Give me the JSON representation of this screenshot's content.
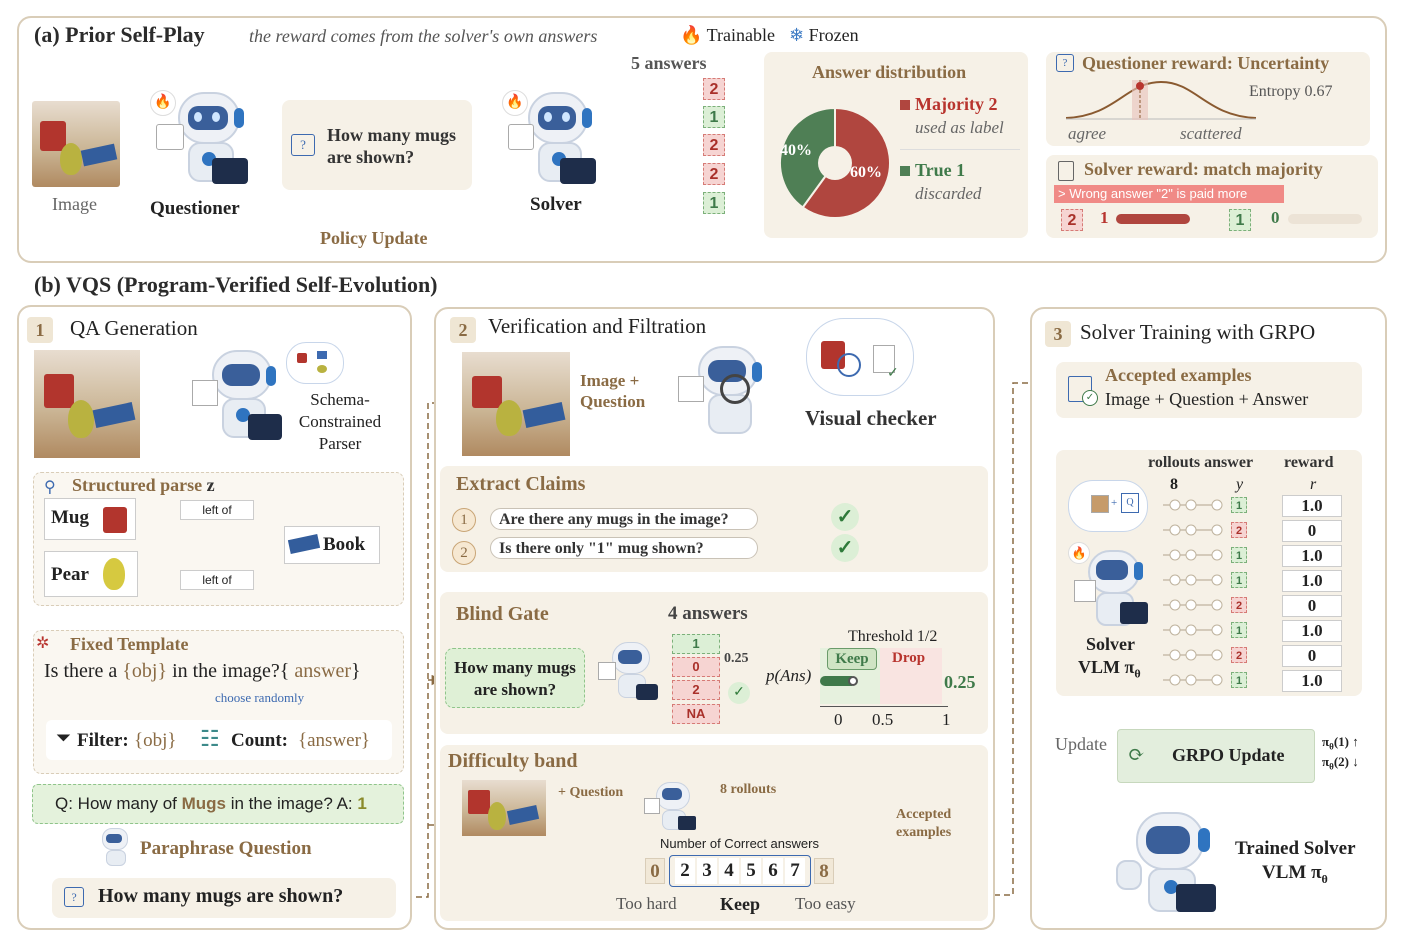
{
  "part_a": {
    "title": "(a) Prior Self-Play",
    "subtitle": "the reward comes from the solver's own answers",
    "legend_trainable": "Trainable",
    "legend_frozen": "Frozen",
    "image_label": "Image",
    "questioner_label": "Questioner",
    "question_text": "How many mugs are shown?",
    "solver_label": "Solver",
    "answers_title": "5 answers",
    "answers": [
      "2",
      "1",
      "2",
      "2",
      "1"
    ],
    "policy_update": "Policy Update",
    "distribution": {
      "title": "Answer distribution",
      "majority_label": "Majority 2",
      "majority_note": "used as label",
      "true_label": "True 1",
      "true_note": "discarded",
      "pct_majority": "60%",
      "pct_true": "40%",
      "majority_share": 0.6,
      "colors": {
        "majority": "#b0463f",
        "true": "#4f7f55"
      }
    },
    "questioner_reward": {
      "title": "Questioner reward: Uncertainty",
      "entropy": "Entropy 0.67",
      "agree": "agree",
      "scattered": "scattered"
    },
    "solver_reward": {
      "title": "Solver reward: match majority",
      "warning": "> Wrong answer \"2\" is paid more",
      "wrong_chip": "2",
      "wrong_reward": "1",
      "right_chip": "1",
      "right_reward": "0"
    }
  },
  "part_b": {
    "title": "(b) VQS (Program-Verified Self-Evolution)",
    "qa_gen": {
      "num": "1",
      "title": "QA Generation",
      "parser_label": "Schema-Constrained Parser",
      "parse_title": "Structured parse",
      "parse_var": "z",
      "mug": "Mug",
      "pear": "Pear",
      "book": "Book",
      "rel1": "left of",
      "rel2": "left of",
      "template_title": "Fixed Template",
      "template_pre": "Is there a ",
      "template_obj": "{obj}",
      "template_mid": " in the image?",
      "template_ans_open": "{",
      "template_ans": " answer",
      "template_ans_close": "}",
      "choose_randomly": "choose randomly",
      "filter_label": "Filter:",
      "filter_val": "{obj}",
      "count_label": "Count:",
      "count_val": "{answer}",
      "qa_pre": "Q: How many of ",
      "qa_obj": "Mugs",
      "qa_post": " in the image? A: ",
      "qa_ans": "1",
      "paraphrase": "Paraphrase Question",
      "final_question": "How many mugs are shown?"
    },
    "verify": {
      "num": "2",
      "title": "Verification and Filtration",
      "image_question": "Image + Question",
      "visual_checker": "Visual checker",
      "extract_title": "Extract Claims",
      "claims": [
        "Are there any mugs in the image?",
        "Is there only \"1\" mug shown?"
      ],
      "claim_nums": [
        "1",
        "2"
      ],
      "blind_title": "Blind Gate",
      "blind_answers_title": "4 answers",
      "blind_question": "How many mugs are shown?",
      "blind_answers": [
        "1",
        "0",
        "2",
        "NA"
      ],
      "blind_score": "0.25",
      "p_ans": "p(Ans)",
      "threshold": "Threshold 1/2",
      "keep": "Keep",
      "drop": "Drop",
      "gauge_value": "0.25",
      "ticks": [
        "0",
        "0.5",
        "1"
      ],
      "difficulty_title": "Difficulty band",
      "plus_question": "+ Question",
      "rollouts": "8 rollouts",
      "correct_answers": "Number of Correct answers",
      "band": [
        "0",
        "2",
        "3",
        "4",
        "5",
        "6",
        "7",
        "8"
      ],
      "too_hard": "Too hard",
      "keep_label": "Keep",
      "too_easy": "Too easy",
      "accepted": "Accepted examples"
    },
    "solver_training": {
      "num": "3",
      "title": "Solver Training with GRPO",
      "accepted_title": "Accepted examples",
      "accepted_sub": "Image + Question + Answer",
      "rollouts_head": "rollouts",
      "answer_head": "answer",
      "reward_head": "reward",
      "rollouts_count": "8",
      "y": "y",
      "r": "r",
      "answers": [
        "1",
        "2",
        "1",
        "1",
        "2",
        "1",
        "2",
        "1"
      ],
      "rewards": [
        "1.0",
        "0",
        "1.0",
        "1.0",
        "0",
        "1.0",
        "0",
        "1.0"
      ],
      "solver_label": "Solver",
      "vlm_label": "VLM π",
      "theta": "θ",
      "update": "Update",
      "grpo": "GRPO Update",
      "pi1": "π",
      "pi1_arg": "(1) ↑",
      "pi2": "π",
      "pi2_arg": "(2) ↓",
      "trained1": "Trained Solver",
      "trained2": "VLM π"
    }
  }
}
